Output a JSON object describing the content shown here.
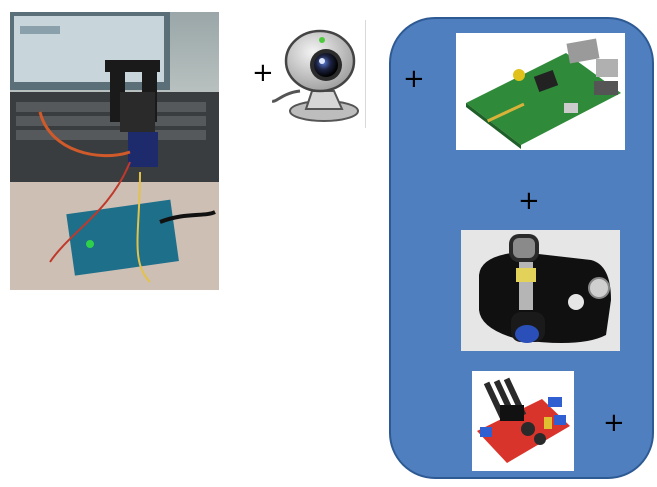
{
  "symbols": {
    "plus": "+"
  },
  "images": {
    "arduino_photo": "arduino-servo-laptop-photo",
    "webcam": "webcam-icon",
    "raspberry_pi": "raspberry-pi-board-photo",
    "robot_chassis": "robot-car-chassis-photo",
    "motor_driver": "motor-driver-board-photo"
  },
  "colors": {
    "panel_fill": "#4f7fbf",
    "panel_border": "#2e5a94"
  }
}
